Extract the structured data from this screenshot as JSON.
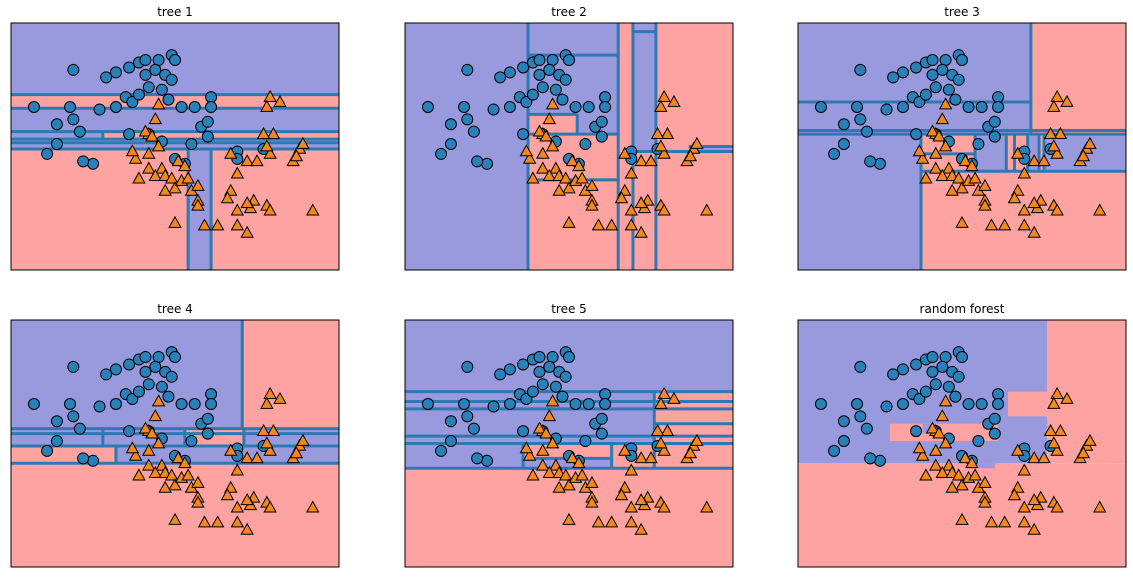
{
  "chart_data": {
    "type": "scatter",
    "xlim": [
      0,
      1
    ],
    "ylim": [
      0,
      1
    ],
    "colors": {
      "class0_region": "#9999dd",
      "class1_region": "#ffa2a2",
      "split_line": "#2d79b4",
      "class0_marker": "#2a80b9",
      "class1_marker": "#f4871f",
      "marker_edge": "#000000"
    },
    "points": {
      "class0": [
        [
          0.19,
          0.81
        ],
        [
          0.32,
          0.8
        ],
        [
          0.29,
          0.78
        ],
        [
          0.36,
          0.82
        ],
        [
          0.39,
          0.84
        ],
        [
          0.41,
          0.85
        ],
        [
          0.45,
          0.85
        ],
        [
          0.49,
          0.87
        ],
        [
          0.5,
          0.85
        ],
        [
          0.44,
          0.81
        ],
        [
          0.47,
          0.79
        ],
        [
          0.41,
          0.79
        ],
        [
          0.49,
          0.77
        ],
        [
          0.35,
          0.7
        ],
        [
          0.37,
          0.68
        ],
        [
          0.42,
          0.74
        ],
        [
          0.39,
          0.71
        ],
        [
          0.46,
          0.73
        ],
        [
          0.48,
          0.69
        ],
        [
          0.52,
          0.66
        ],
        [
          0.61,
          0.7
        ],
        [
          0.61,
          0.66
        ],
        [
          0.56,
          0.66
        ],
        [
          0.07,
          0.66
        ],
        [
          0.18,
          0.66
        ],
        [
          0.27,
          0.65
        ],
        [
          0.32,
          0.66
        ],
        [
          0.19,
          0.61
        ],
        [
          0.14,
          0.59
        ],
        [
          0.21,
          0.56
        ],
        [
          0.36,
          0.55
        ],
        [
          0.42,
          0.55
        ],
        [
          0.58,
          0.58
        ],
        [
          0.6,
          0.6
        ],
        [
          0.6,
          0.54
        ],
        [
          0.46,
          0.52
        ],
        [
          0.55,
          0.51
        ],
        [
          0.69,
          0.48
        ],
        [
          0.14,
          0.51
        ],
        [
          0.11,
          0.47
        ],
        [
          0.25,
          0.43
        ],
        [
          0.22,
          0.44
        ],
        [
          0.53,
          0.43
        ],
        [
          0.5,
          0.45
        ],
        [
          0.69,
          0.45
        ],
        [
          0.77,
          0.49
        ]
      ],
      "class1": [
        [
          0.45,
          0.67
        ],
        [
          0.44,
          0.61
        ],
        [
          0.79,
          0.7
        ],
        [
          0.82,
          0.68
        ],
        [
          0.78,
          0.66
        ],
        [
          0.8,
          0.55
        ],
        [
          0.77,
          0.55
        ],
        [
          0.42,
          0.55
        ],
        [
          0.41,
          0.56
        ],
        [
          0.43,
          0.54
        ],
        [
          0.45,
          0.5
        ],
        [
          0.42,
          0.47
        ],
        [
          0.51,
          0.44
        ],
        [
          0.53,
          0.42
        ],
        [
          0.46,
          0.41
        ],
        [
          0.42,
          0.41
        ],
        [
          0.38,
          0.45
        ],
        [
          0.37,
          0.48
        ],
        [
          0.39,
          0.37
        ],
        [
          0.44,
          0.38
        ],
        [
          0.47,
          0.38
        ],
        [
          0.49,
          0.37
        ],
        [
          0.5,
          0.33
        ],
        [
          0.52,
          0.36
        ],
        [
          0.54,
          0.37
        ],
        [
          0.55,
          0.32
        ],
        [
          0.57,
          0.34
        ],
        [
          0.67,
          0.47
        ],
        [
          0.69,
          0.39
        ],
        [
          0.72,
          0.44
        ],
        [
          0.75,
          0.44
        ],
        [
          0.79,
          0.47
        ],
        [
          0.78,
          0.5
        ],
        [
          0.86,
          0.44
        ],
        [
          0.88,
          0.49
        ],
        [
          0.89,
          0.51
        ],
        [
          0.87,
          0.46
        ],
        [
          0.74,
          0.28
        ],
        [
          0.78,
          0.26
        ],
        [
          0.79,
          0.24
        ],
        [
          0.67,
          0.32
        ],
        [
          0.66,
          0.29
        ],
        [
          0.73,
          0.25
        ],
        [
          0.47,
          0.32
        ],
        [
          0.57,
          0.28
        ],
        [
          0.57,
          0.26
        ],
        [
          0.72,
          0.27
        ],
        [
          0.69,
          0.24
        ],
        [
          0.59,
          0.18
        ],
        [
          0.63,
          0.18
        ],
        [
          0.69,
          0.18
        ],
        [
          0.72,
          0.15
        ],
        [
          0.92,
          0.24
        ],
        [
          0.5,
          0.19
        ]
      ]
    },
    "panels": [
      {
        "title": "tree 1",
        "regions": [
          {
            "class": 1,
            "rect": [
              0,
              0,
              1,
              0.49
            ]
          },
          {
            "class": 0,
            "rect": [
              0,
              0.49,
              1,
              1
            ]
          },
          {
            "class": 1,
            "rect": [
              0,
              0.655,
              1,
              0.71
            ]
          },
          {
            "class": 1,
            "rect": [
              0.28,
              0.53,
              1,
              0.56
            ]
          },
          {
            "class": 0,
            "rect": [
              0.54,
              0,
              0.61,
              0.49
            ]
          }
        ],
        "splits": [
          [
            0,
            0.71,
            1,
            0.71
          ],
          [
            0,
            0.655,
            1,
            0.655
          ],
          [
            0,
            0.56,
            1,
            0.56
          ],
          [
            0,
            0.53,
            1,
            0.53
          ],
          [
            0,
            0.49,
            1,
            0.49
          ],
          [
            0,
            0.515,
            1,
            0.515
          ],
          [
            0.28,
            0.56,
            0.28,
            0.53
          ],
          [
            0.54,
            0,
            0.54,
            0.49
          ],
          [
            0.61,
            0,
            0.61,
            0.49
          ]
        ]
      },
      {
        "title": "tree 2",
        "regions": [
          {
            "class": 0,
            "rect": [
              0,
              0,
              0.375,
              1
            ]
          },
          {
            "class": 1,
            "rect": [
              0.375,
              0,
              1,
              0.87
            ]
          },
          {
            "class": 0,
            "rect": [
              0.375,
              0.55,
              0.65,
              1
            ]
          },
          {
            "class": 1,
            "rect": [
              0.65,
              0,
              1,
              1
            ]
          },
          {
            "class": 0,
            "rect": [
              0.695,
              0.48,
              0.765,
              1
            ]
          },
          {
            "class": 1,
            "rect": [
              0.375,
              0.55,
              0.525,
              0.63
            ]
          },
          {
            "class": 0,
            "rect": [
              0.865,
              0.48,
              1,
              0.5
            ]
          }
        ],
        "splits": [
          [
            0.375,
            0,
            0.375,
            1
          ],
          [
            0.375,
            0.87,
            0.65,
            0.87
          ],
          [
            0.65,
            0,
            0.65,
            1
          ],
          [
            0.695,
            0,
            0.695,
            1
          ],
          [
            0.765,
            0,
            0.765,
            1
          ],
          [
            0.375,
            0.55,
            0.65,
            0.55
          ],
          [
            0.375,
            0.63,
            0.525,
            0.63
          ],
          [
            0.525,
            0.55,
            0.525,
            0.63
          ],
          [
            0.695,
            0.48,
            1,
            0.48
          ],
          [
            0.865,
            0.5,
            1,
            0.5
          ],
          [
            0.375,
            0.365,
            0.65,
            0.365
          ],
          [
            0.695,
            0.965,
            0.765,
            0.965
          ]
        ]
      },
      {
        "title": "tree 3",
        "regions": [
          {
            "class": 0,
            "rect": [
              0,
              0,
              1,
              1
            ]
          },
          {
            "class": 1,
            "rect": [
              0.71,
              0.55,
              1,
              1
            ]
          },
          {
            "class": 1,
            "rect": [
              0.375,
              0,
              1,
              0.55
            ]
          },
          {
            "class": 0,
            "rect": [
              0.0,
              0.55,
              0.71,
              0.68
            ]
          },
          {
            "class": 0,
            "rect": [
              0.54,
              0.4,
              0.635,
              0.55
            ]
          },
          {
            "class": 0,
            "rect": [
              0.7,
              0.4,
              1,
              0.55
            ]
          },
          {
            "class": 1,
            "rect": [
              0.735,
              0.4,
              0.75,
              0.55
            ]
          },
          {
            "class": 1,
            "rect": [
              0.635,
              0.4,
              0.66,
              0.55
            ]
          }
        ],
        "splits": [
          [
            0.71,
            0.55,
            0.71,
            1
          ],
          [
            0,
            0.68,
            0.71,
            0.68
          ],
          [
            0,
            0.55,
            1,
            0.55
          ],
          [
            0,
            0.565,
            1,
            0.565
          ],
          [
            0.375,
            0,
            0.375,
            0.55
          ],
          [
            0.54,
            0.4,
            0.54,
            0.55
          ],
          [
            0.375,
            0.4,
            1,
            0.4
          ],
          [
            0.635,
            0.4,
            0.635,
            0.55
          ],
          [
            0.66,
            0.4,
            0.66,
            0.55
          ],
          [
            0.7,
            0.4,
            0.7,
            0.55
          ],
          [
            0.735,
            0.4,
            0.735,
            0.55
          ],
          [
            0.75,
            0.4,
            0.75,
            0.55
          ],
          [
            0.375,
            0.47,
            0.54,
            0.47
          ]
        ]
      },
      {
        "title": "tree 4",
        "regions": [
          {
            "class": 1,
            "rect": [
              0,
              0,
              1,
              0.42
            ]
          },
          {
            "class": 0,
            "rect": [
              0,
              0.42,
              1,
              1
            ]
          },
          {
            "class": 1,
            "rect": [
              0.705,
              0.56,
              1,
              1
            ]
          },
          {
            "class": 1,
            "rect": [
              0.0,
              0.42,
              0.32,
              0.49
            ]
          },
          {
            "class": 1,
            "rect": [
              0.53,
              0.49,
              0.71,
              0.56
            ]
          }
        ],
        "splits": [
          [
            0,
            0.42,
            1,
            0.42
          ],
          [
            0,
            0.49,
            1,
            0.49
          ],
          [
            0,
            0.56,
            1,
            0.56
          ],
          [
            0,
            0.54,
            1,
            0.54
          ],
          [
            0.705,
            0.56,
            0.705,
            1
          ],
          [
            0.32,
            0.42,
            0.32,
            0.49
          ],
          [
            0.53,
            0.49,
            0.53,
            0.56
          ],
          [
            0.28,
            0.49,
            0.28,
            0.56
          ],
          [
            0.71,
            0.49,
            0.71,
            0.56
          ]
        ]
      },
      {
        "title": "tree 5",
        "regions": [
          {
            "class": 0,
            "rect": [
              0,
              0,
              1,
              1
            ]
          },
          {
            "class": 1,
            "rect": [
              0,
              0,
              1,
              0.4
            ]
          },
          {
            "class": 1,
            "rect": [
              0.76,
              0.4,
              1,
              0.71
            ]
          },
          {
            "class": 1,
            "rect": [
              0.36,
              0.4,
              0.76,
              0.5
            ]
          },
          {
            "class": 0,
            "rect": [
              0.36,
              0.4,
              0.63,
              0.44
            ]
          }
        ],
        "splits": [
          [
            0,
            0.71,
            1,
            0.71
          ],
          [
            0,
            0.67,
            1,
            0.67
          ],
          [
            0,
            0.64,
            1,
            0.64
          ],
          [
            0,
            0.53,
            1,
            0.53
          ],
          [
            0,
            0.5,
            1,
            0.5
          ],
          [
            0,
            0.4,
            1,
            0.4
          ],
          [
            0.76,
            0.4,
            0.76,
            0.71
          ],
          [
            0.36,
            0.4,
            0.36,
            0.5
          ],
          [
            0.63,
            0.4,
            0.63,
            0.5
          ],
          [
            0.36,
            0.44,
            0.63,
            0.44
          ],
          [
            0.76,
            0.58,
            1,
            0.58
          ]
        ]
      },
      {
        "title": "random forest",
        "regions": [
          {
            "class": 1,
            "rect": [
              0,
              0,
              1,
              0.42
            ]
          },
          {
            "class": 0,
            "rect": [
              0,
              0.42,
              0.76,
              1
            ]
          },
          {
            "class": 1,
            "rect": [
              0.76,
              0.42,
              1,
              1
            ]
          },
          {
            "class": 1,
            "rect": [
              0.28,
              0.51,
              0.61,
              0.58
            ]
          },
          {
            "class": 0,
            "rect": [
              0.52,
              0.42,
              0.61,
              0.51
            ]
          },
          {
            "class": 0,
            "rect": [
              0.53,
              0.4,
              0.6,
              0.42
            ]
          },
          {
            "class": 0,
            "rect": [
              0.61,
              0.53,
              0.76,
              0.6
            ]
          },
          {
            "class": 1,
            "rect": [
              0.64,
              0.61,
              0.76,
              0.71
            ]
          },
          {
            "class": 1,
            "rect": [
              0.77,
              0.6,
              0.82,
              0.68
            ]
          },
          {
            "class": 0,
            "rect": [
              0.38,
              0.54,
              0.42,
              0.58
            ]
          }
        ],
        "splits": []
      }
    ]
  }
}
